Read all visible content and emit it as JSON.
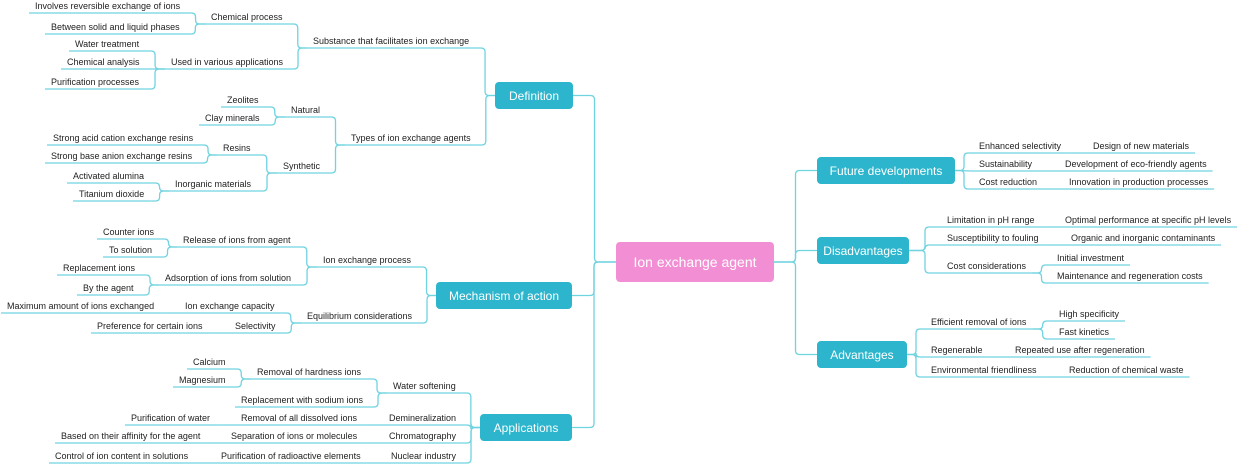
{
  "colors": {
    "root": "#f28ed3",
    "branch": "#2cb5cc",
    "line": "#6fd3e0",
    "text": "#222222"
  },
  "root": {
    "label": "Ion exchange agent"
  },
  "branches": {
    "definition": {
      "label": "Definition",
      "children": [
        {
          "label": "Substance that facilitates ion exchange",
          "children": [
            {
              "label": "Chemical process",
              "children": [
                {
                  "label": "Involves reversible exchange of ions"
                },
                {
                  "label": "Between solid and liquid phases"
                }
              ]
            },
            {
              "label": "Used in various applications",
              "children": [
                {
                  "label": "Water treatment"
                },
                {
                  "label": "Chemical analysis"
                },
                {
                  "label": "Purification processes"
                }
              ]
            }
          ]
        },
        {
          "label": "Types of ion exchange agents",
          "children": [
            {
              "label": "Natural",
              "children": [
                {
                  "label": "Zeolites"
                },
                {
                  "label": "Clay minerals"
                }
              ]
            },
            {
              "label": "Synthetic",
              "children": [
                {
                  "label": "Resins",
                  "children": [
                    {
                      "label": "Strong acid cation exchange resins"
                    },
                    {
                      "label": "Strong base anion exchange resins"
                    }
                  ]
                },
                {
                  "label": "Inorganic materials",
                  "children": [
                    {
                      "label": "Activated alumina"
                    },
                    {
                      "label": "Titanium dioxide"
                    }
                  ]
                }
              ]
            }
          ]
        }
      ]
    },
    "mechanism": {
      "label": "Mechanism of action",
      "children": [
        {
          "label": "Ion exchange process",
          "children": [
            {
              "label": "Release of ions from agent",
              "children": [
                {
                  "label": "Counter ions"
                },
                {
                  "label": "To solution"
                }
              ]
            },
            {
              "label": "Adsorption of ions from solution",
              "children": [
                {
                  "label": "Replacement ions"
                },
                {
                  "label": "By the agent"
                }
              ]
            }
          ]
        },
        {
          "label": "Equilibrium considerations",
          "children": [
            {
              "label": "Ion exchange capacity",
              "children": [
                {
                  "label": "Maximum amount of ions exchanged"
                }
              ]
            },
            {
              "label": "Selectivity",
              "children": [
                {
                  "label": "Preference for certain ions"
                }
              ]
            }
          ]
        }
      ]
    },
    "applications": {
      "label": "Applications",
      "children": [
        {
          "label": "Water softening",
          "children": [
            {
              "label": "Removal of hardness ions",
              "children": [
                {
                  "label": "Calcium"
                },
                {
                  "label": "Magnesium"
                }
              ]
            },
            {
              "label": "Replacement with sodium ions"
            }
          ]
        },
        {
          "label": "Demineralization",
          "children": [
            {
              "label": "Removal of all dissolved ions",
              "children": [
                {
                  "label": "Purification of water"
                }
              ]
            }
          ]
        },
        {
          "label": "Chromatography",
          "children": [
            {
              "label": "Separation of ions or molecules",
              "children": [
                {
                  "label": "Based on their affinity for the agent"
                }
              ]
            }
          ]
        },
        {
          "label": "Nuclear industry",
          "children": [
            {
              "label": "Purification of radioactive elements",
              "children": [
                {
                  "label": "Control of ion content in solutions"
                }
              ]
            }
          ]
        }
      ]
    },
    "future": {
      "label": "Future developments",
      "children": [
        {
          "label": "Enhanced selectivity",
          "children": [
            {
              "label": "Design of new materials"
            }
          ]
        },
        {
          "label": "Sustainability",
          "children": [
            {
              "label": "Development of eco-friendly agents"
            }
          ]
        },
        {
          "label": "Cost reduction",
          "children": [
            {
              "label": "Innovation in production processes"
            }
          ]
        }
      ]
    },
    "disadvantages": {
      "label": "Disadvantages",
      "children": [
        {
          "label": "Limitation in pH range",
          "children": [
            {
              "label": "Optimal performance at specific pH levels"
            }
          ]
        },
        {
          "label": "Susceptibility to fouling",
          "children": [
            {
              "label": "Organic and inorganic contaminants"
            }
          ]
        },
        {
          "label": "Cost considerations",
          "children": [
            {
              "label": "Initial investment"
            },
            {
              "label": "Maintenance and regeneration costs"
            }
          ]
        }
      ]
    },
    "advantages": {
      "label": "Advantages",
      "children": [
        {
          "label": "Efficient removal of ions",
          "children": [
            {
              "label": "High specificity"
            },
            {
              "label": "Fast kinetics"
            }
          ]
        },
        {
          "label": "Regenerable",
          "children": [
            {
              "label": "Repeated use after regeneration"
            }
          ]
        },
        {
          "label": "Environmental friendliness",
          "children": [
            {
              "label": "Reduction of chemical waste"
            }
          ]
        }
      ]
    }
  }
}
